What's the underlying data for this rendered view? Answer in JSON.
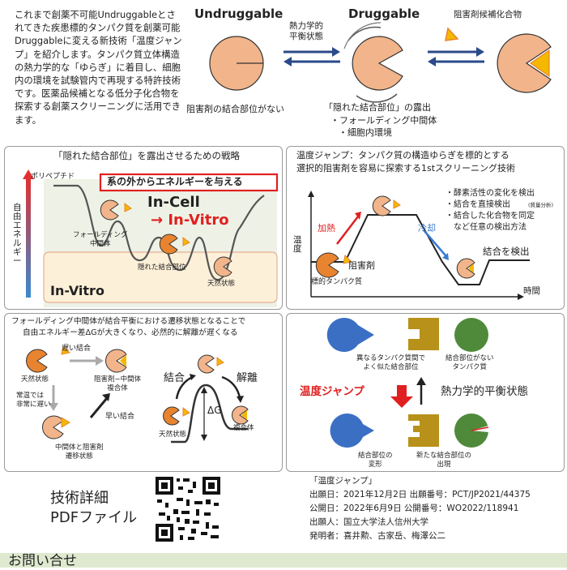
{
  "intro": {
    "text": "これまで創薬不可能Undruggableとされてきた疾患標的タンパク質を創薬可能Druggableに変える新技術「温度ジャンプ」を紹介します。タンパク質立体構造の熱力学的な「ゆらぎ」に着目し、細胞内の環境を試験管内で再現する特許技術です。医薬品候補となる低分子化合物を探索する創薬スクリーニングに活用できます。"
  },
  "top": {
    "undruggable": "Undruggable",
    "druggable": "Druggable",
    "equilibrium_label": "熱力学的\n平衡状態",
    "candidate_label": "阻害剤候補化合物",
    "no_site_label": "阻害剤の結合部位がない",
    "exposure_title": "「隠れた結合部位」の露出",
    "exposure_item1": "・フォールディング中間体",
    "exposure_item2": "・細胞内環境"
  },
  "panel1": {
    "title": "「隠れた結合部位」を露出させるための戦略",
    "energy_box": "系の外からエネルギーを与える",
    "yaxis": "自由エネルギー",
    "polypeptide": "ポリペプチド",
    "incell": "In-Cell",
    "invitro_arrow": "→ In-Vitro",
    "folding_intermediate": "フォールディング\n中間体",
    "hidden_site": "隠れた結合部位",
    "native": "天然状態",
    "invitro": "In-Vitro"
  },
  "panel2": {
    "title1": "温度ジャンプ：タンパク質の構造ゆらぎを標的とする",
    "title2": "選択的阻害剤を容易に探索する1stスクリーニング技術",
    "bullet1": "・酵素活性の変化を検出",
    "bullet2": "・結合を直接検出",
    "bullet2_note": "(質量分析)",
    "bullet3": "・結合した化合物を同定",
    "bullet4": "　など任意の検出方法",
    "heat": "加熱",
    "cool": "冷却",
    "ylabel": "温度",
    "xlabel": "時間",
    "inhibitor": "阻害剤",
    "target": "標的タンパク質",
    "detect": "結合を検出"
  },
  "panel3": {
    "title1": "フォールディング中間体が結合平衡における遷移状態となることで",
    "title2": "自由エネルギー差ΔGが大きくなり、必然的に解離が遅くなる",
    "slow": "遅い結合",
    "native": "天然状態",
    "complex": "阻害剤−中間体\n複合体",
    "normal": "常温では\n非常に遅い",
    "fast": "早い結合",
    "transition": "中間体と阻害剤\n遷移状態",
    "bind": "結合",
    "dissociate": "解離",
    "dg": "ΔG",
    "native2": "天然状態",
    "complex2": "複合体"
  },
  "panel4": {
    "similar": "異なるタンパク質間で\nよく似た結合部位",
    "nosite": "結合部位がない\nタンパク質",
    "jump": "温度ジャンプ",
    "equilibrium": "熱力学的平衡状態",
    "deform": "結合部位の\n変形",
    "newsite": "新たな結合部位の\n出現",
    "colors": {
      "blue": "#3b6fc4",
      "gold": "#b8911a",
      "green": "#4f8a3b"
    }
  },
  "footer": {
    "tech": "技術詳細",
    "pdf": "PDFファイル",
    "patent_title": "「温度ジャンプ」",
    "app_no": "出願日：2021年12月2日  出願番号：PCT/JP2021/44375",
    "pub_no": "公開日：2022年6月9日   公開番号：WO2022/118941",
    "applicant": "出願人：国立大学法人信州大学",
    "inventors": "発明者：喜井勲、古家岳、梅澤公二",
    "contact": "お問い合せ"
  },
  "colors": {
    "protein": "#f2b48a",
    "protein_dark": "#e8842f",
    "ligand": "#f5b800",
    "red": "#e02020",
    "arrow_blue": "#2a4a8a"
  }
}
